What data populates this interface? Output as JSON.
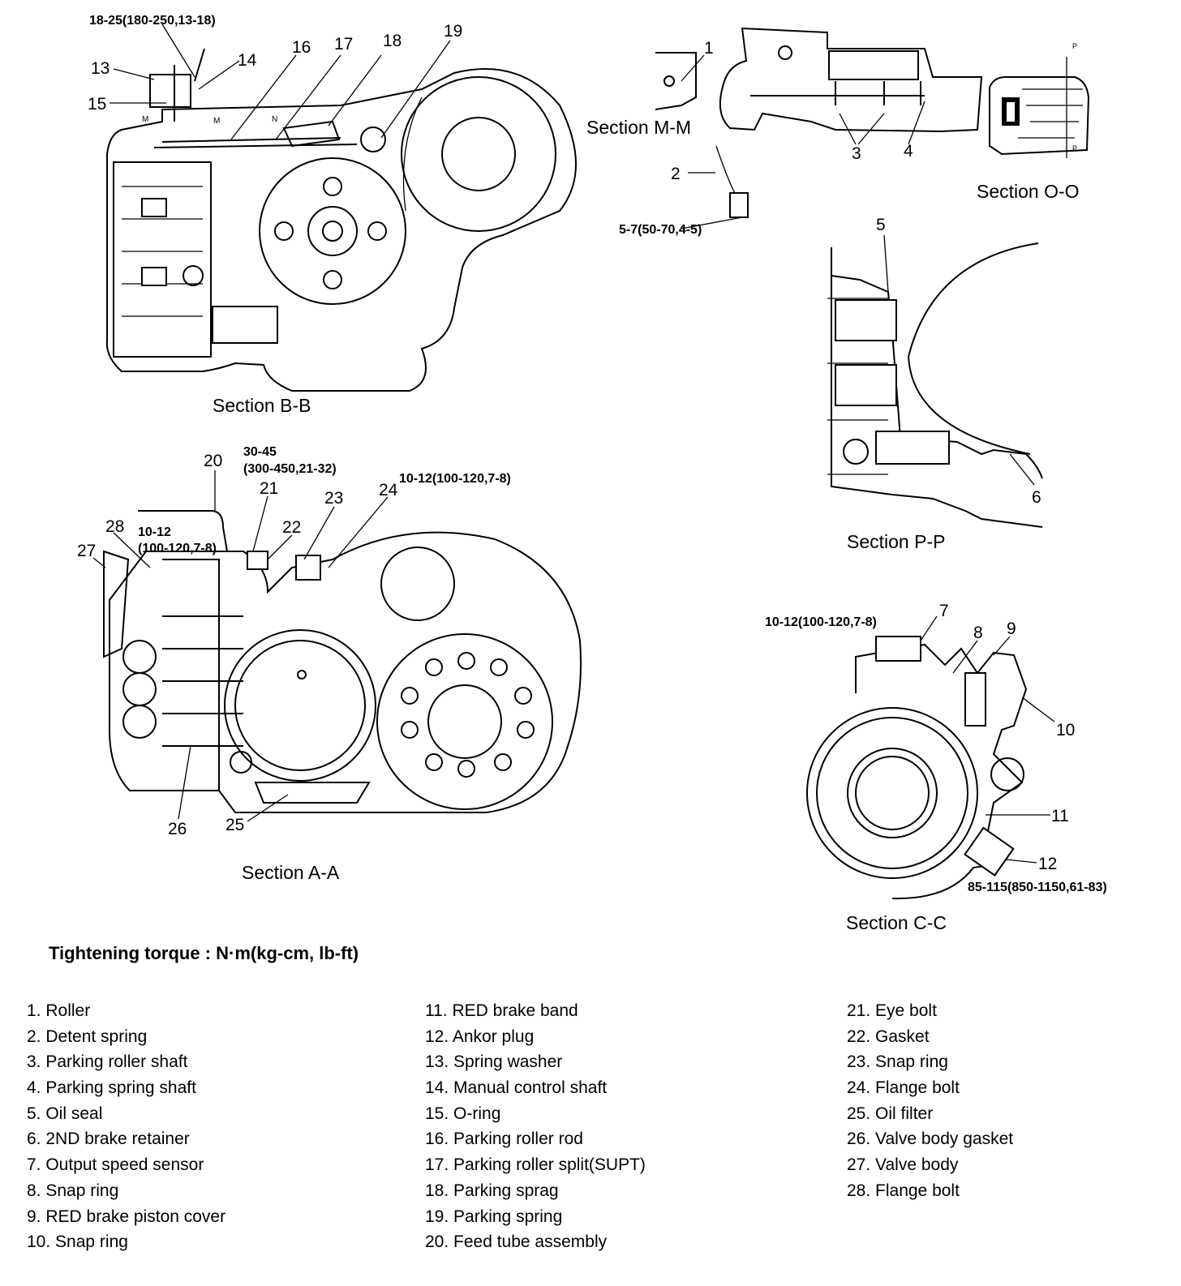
{
  "sections": {
    "bb": "Section B-B",
    "mm": "Section M-M",
    "oo": "Section O-O",
    "pp": "Section P-P",
    "aa": "Section A-A",
    "cc": "Section C-C"
  },
  "torques": {
    "t13_15": "18-25(180-250,13-18)",
    "t2": "5-7(50-70,4-5)",
    "t21_line1": "30-45",
    "t21_line2": "(300-450,21-32)",
    "t24": "10-12(100-120,7-8)",
    "t28_line1": "10-12",
    "t28_line2": "(100-120,7-8)",
    "t7": "10-12(100-120,7-8)",
    "t12": "85-115(850-1150,61-83)"
  },
  "callouts": [
    "1",
    "2",
    "3",
    "4",
    "5",
    "6",
    "7",
    "8",
    "9",
    "10",
    "11",
    "12",
    "13",
    "14",
    "15",
    "16",
    "17",
    "18",
    "19",
    "20",
    "21",
    "22",
    "23",
    "24",
    "25",
    "26",
    "27",
    "28"
  ],
  "small_marks": {
    "m": "M",
    "n": "N",
    "p": "P"
  },
  "torque_title": "Tightening torque : N·m(kg-cm, lb-ft)",
  "legend": {
    "col1": [
      "1. Roller",
      "2. Detent spring",
      "3. Parking roller shaft",
      "4. Parking spring shaft",
      "5. Oil seal",
      "6. 2ND brake retainer",
      "7. Output speed sensor",
      "8. Snap ring",
      "9. RED brake piston cover",
      "10. Snap ring"
    ],
    "col2": [
      "11. RED brake band",
      "12. Ankor plug",
      "13. Spring washer",
      "14. Manual control shaft",
      "15. O-ring",
      "16. Parking roller rod",
      "17. Parking roller split(SUPT)",
      "18. Parking sprag",
      "19. Parking spring",
      "20. Feed tube assembly"
    ],
    "col3": [
      "21. Eye bolt",
      "22. Gasket",
      "23. Snap ring",
      "24. Flange bolt",
      "25. Oil filter",
      "26. Valve body gasket",
      "27. Valve body",
      "28. Flange bolt"
    ]
  }
}
